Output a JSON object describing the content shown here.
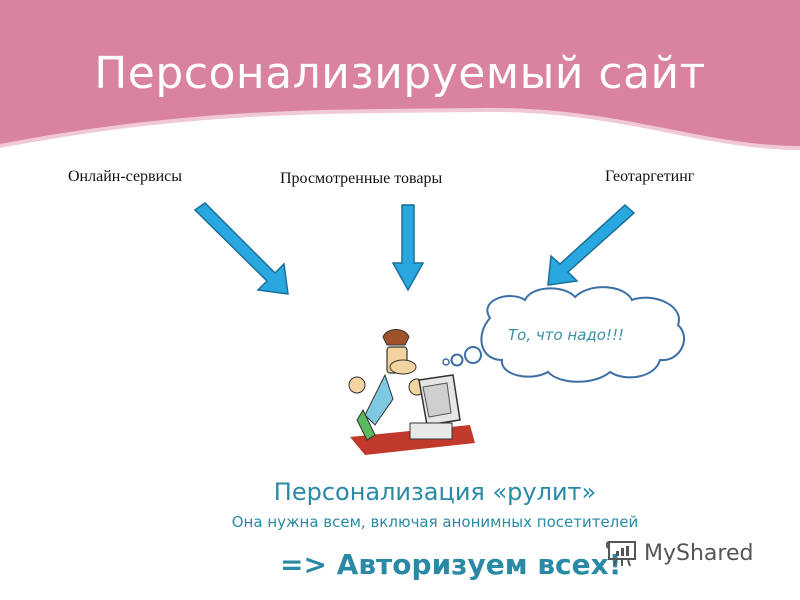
{
  "slide": {
    "title": "Персонализируемый сайт",
    "colors": {
      "banner": "#d9839f",
      "banner_edge": "#f0c6d4",
      "arrow_fill": "#29a8e0",
      "arrow_stroke": "#1a6e99",
      "accent_text": "#2a8aa5"
    },
    "sources": [
      {
        "label": "Онлайн-сервисы"
      },
      {
        "label": "Просмотренные товары"
      },
      {
        "label": "Геотаргетинг"
      }
    ],
    "thought_bubble": {
      "text": "То, что надо!!!"
    },
    "conclusion": {
      "headline": "Персонализация «рулит»",
      "subline": "Она нужна всем, включая анонимных посетителей",
      "call_to_action": "=> Авторизуем всех!"
    },
    "watermark": {
      "text": "MyShared",
      "icon": "presentation-chart-icon"
    }
  }
}
